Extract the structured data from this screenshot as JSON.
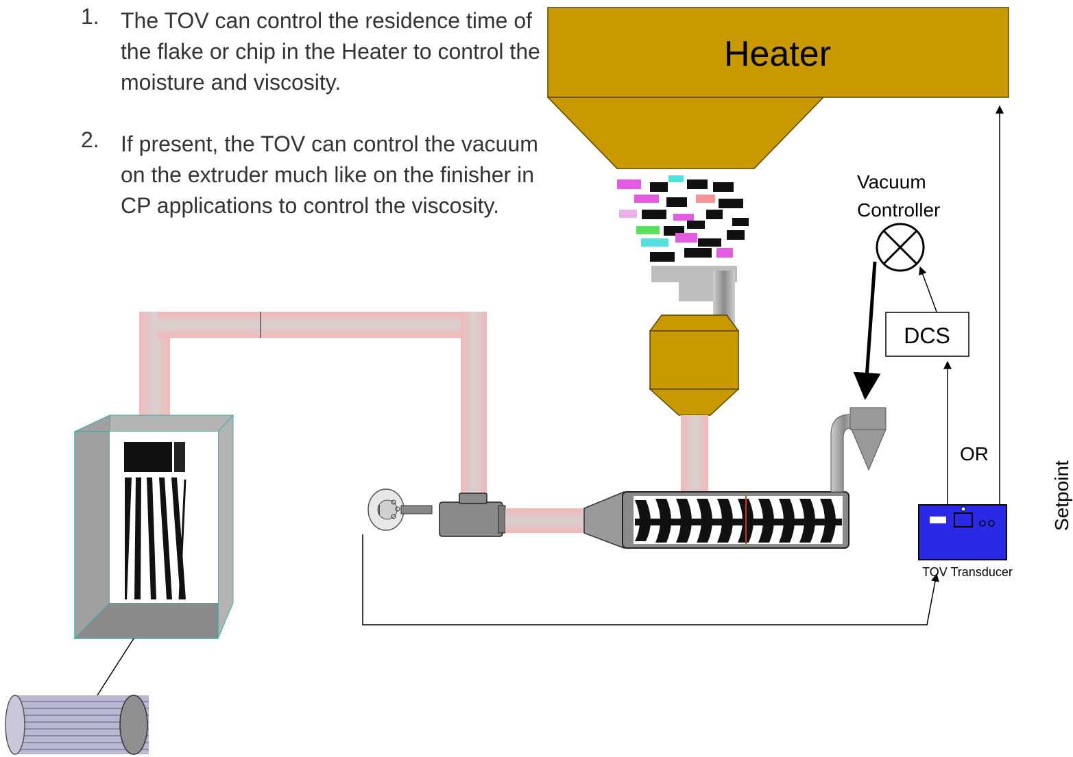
{
  "notes": [
    {
      "number": "1.",
      "text": "The TOV can control the residence time of the flake or chip in the Heater to control the moisture and viscosity."
    },
    {
      "number": "2.",
      "text": "If present, the TOV can control the vacuum on the extruder much like on the finisher in CP applications to control the viscosity."
    }
  ],
  "labels": {
    "heater": "Heater",
    "vacuum_line1": "Vacuum",
    "vacuum_line2": "Controller",
    "dcs": "DCS",
    "or": "OR",
    "setpoint": "Setpoint",
    "tov_transducer": "TOV Transducer"
  },
  "colors": {
    "heater": "#c89900",
    "pipe": "#f4c4c4",
    "transducer": "#2a2ae6",
    "steel": "#9a9a9a"
  }
}
